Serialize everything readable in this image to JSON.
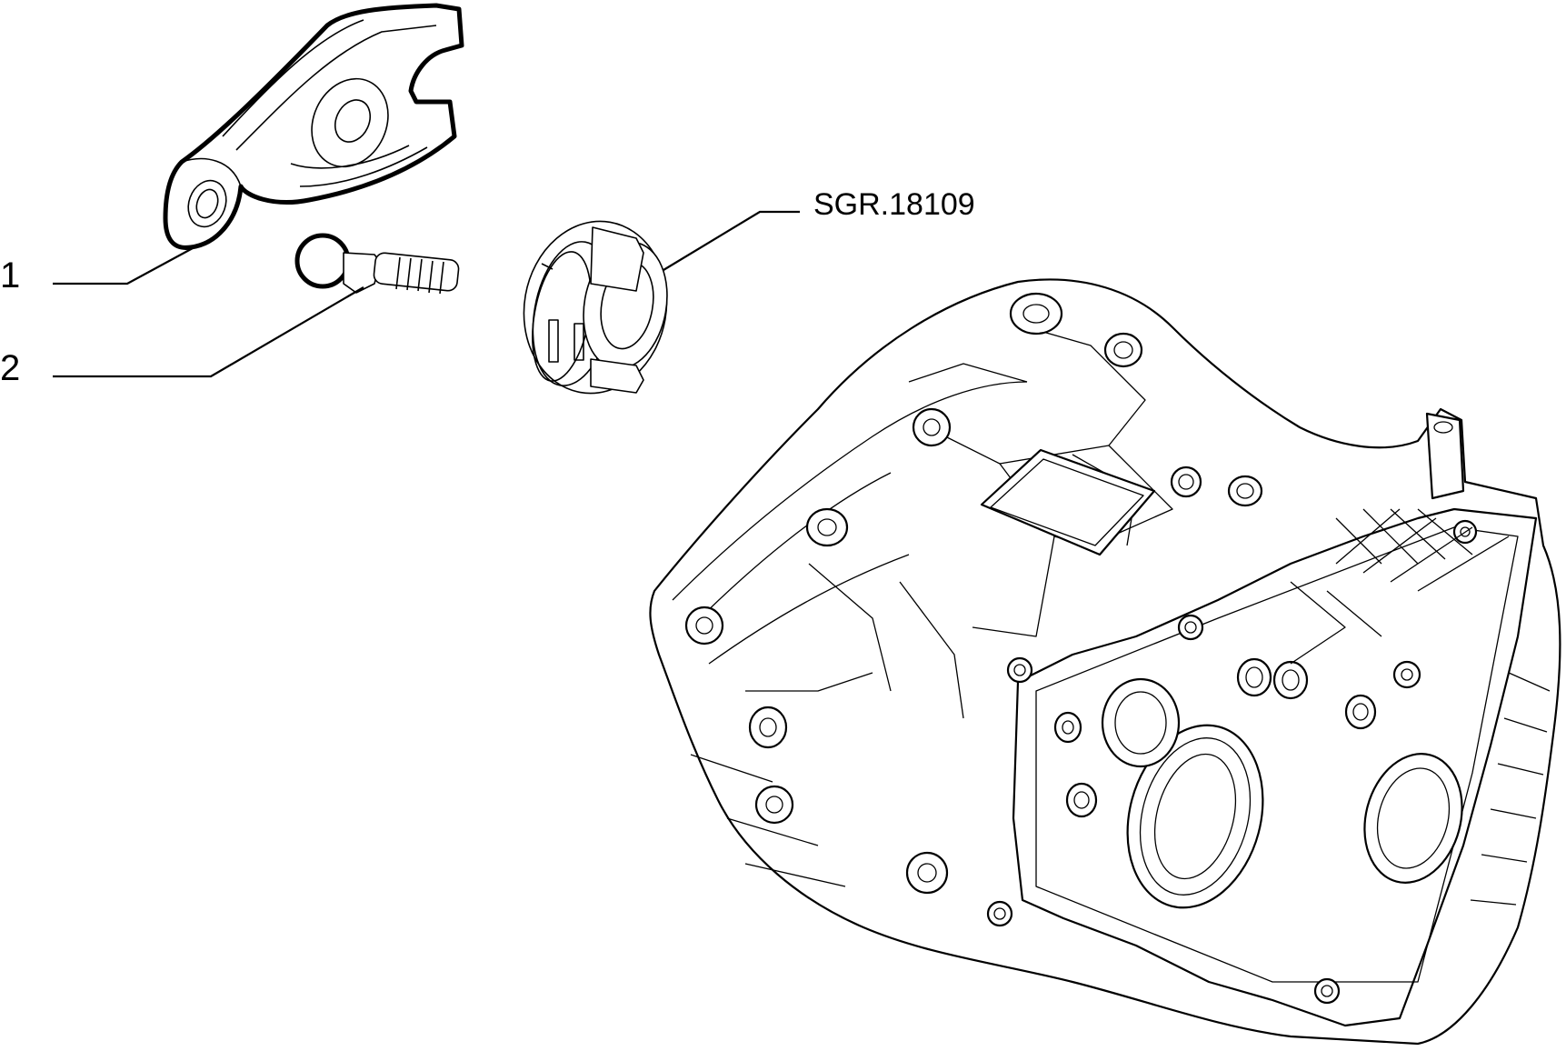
{
  "callouts": {
    "part_1": "1",
    "part_2": "2",
    "reference": "SGR.18109"
  },
  "colors": {
    "line": "#000000",
    "background": "#ffffff"
  }
}
